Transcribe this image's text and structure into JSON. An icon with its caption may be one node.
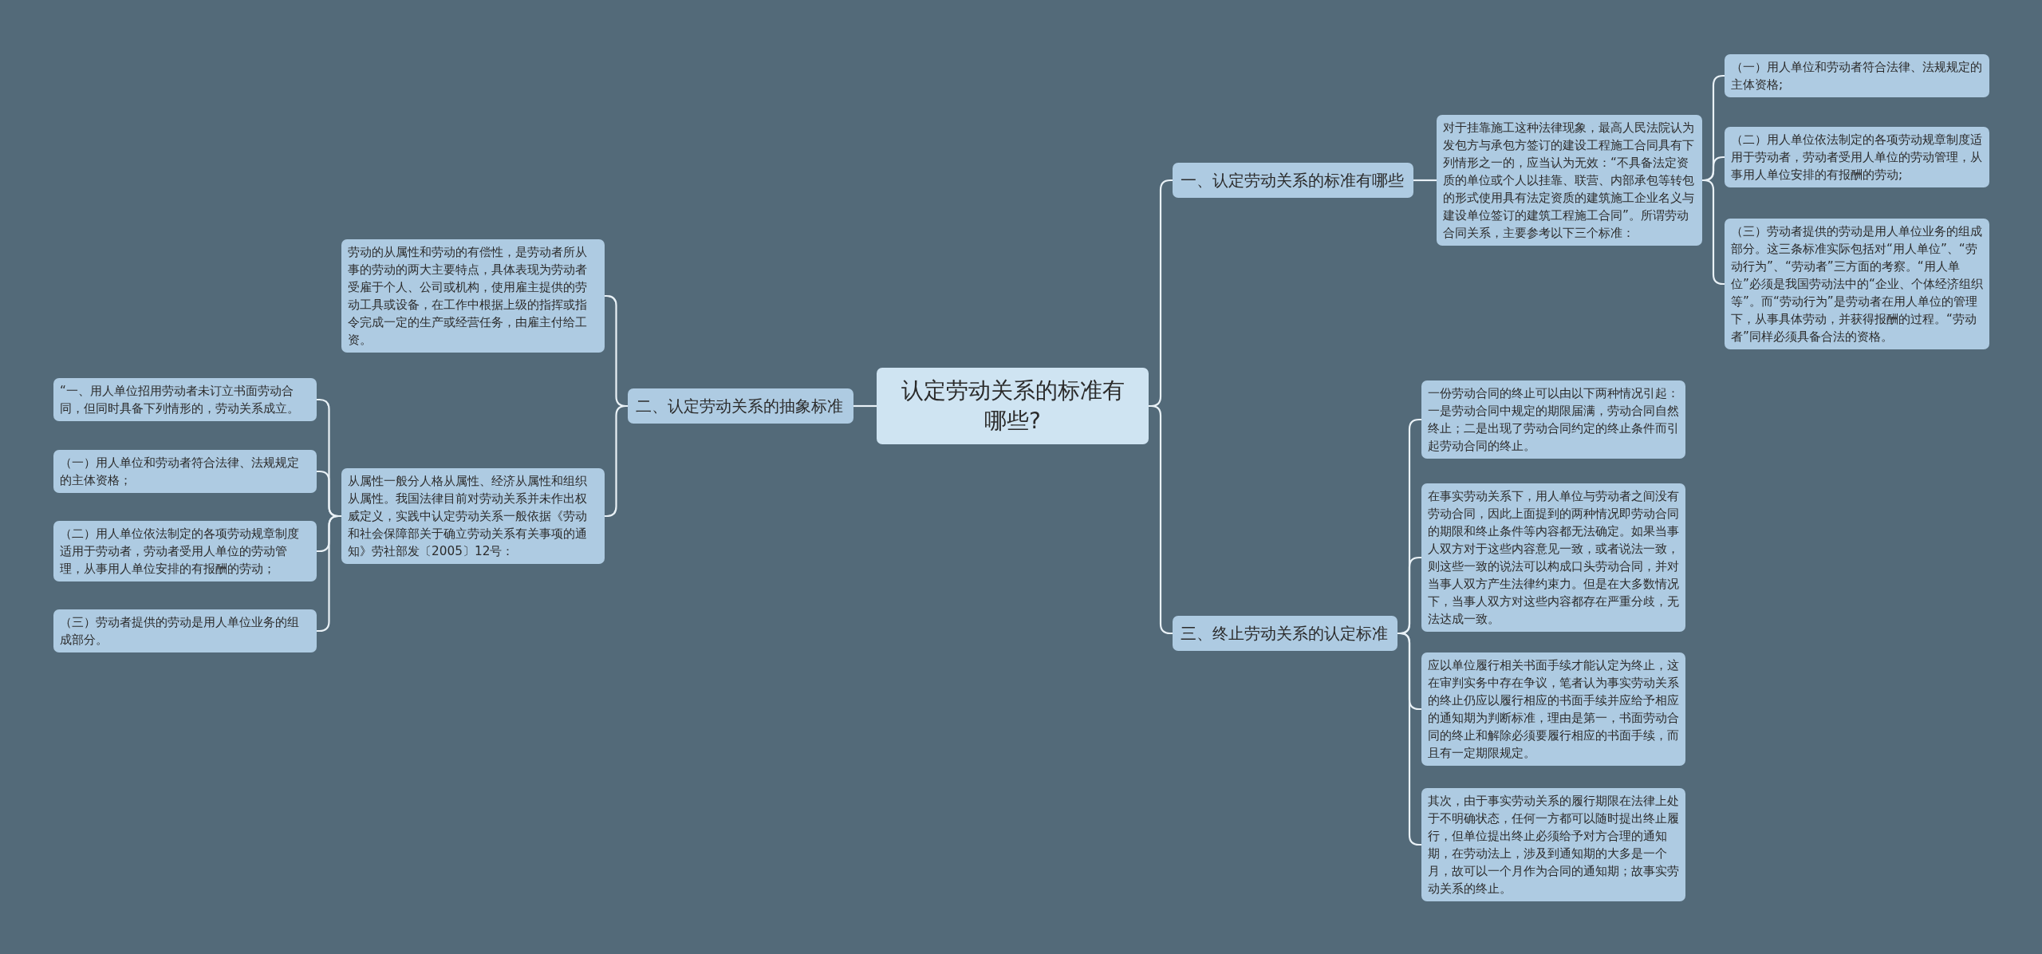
{
  "diagram": {
    "nodes": [
      {
        "text": [
          "认定劳动关系的标准有哪些?"
        ]
      },
      {
        "text": [
          "一、认定劳动关系的标准有哪些"
        ]
      },
      {
        "text": [
          "对于挂靠施工这种法律现象，最高人民法院认为发包方与承包方签订的建设工程施工合同具有下列情形之一的，应当认为无效：“不具备法定资质的单位或个人以挂靠、联营、内部承包等转包的形式使用具有法定资质的建筑施工企业名义与建设单位签订的建筑工程施工合同”。所谓劳动合同关系，主要参考以下三个标准："
        ]
      },
      {
        "text": [
          "（一）用人单位和劳动者符合法律、法规规定的主体资格;"
        ]
      },
      {
        "text": [
          "（二）用人单位依法制定的各项劳动规章制度适用于劳动者，劳动者受用人单位的劳动管理，从事用人单位安排的有报酬的劳动;"
        ]
      },
      {
        "text": [
          "（三）劳动者提供的劳动是用人单位业务的组成部分。这三条标准实际包括对“用人单位”、“劳动行为”、“劳动者”三方面的考察。“用人单位”必须是我国劳动法中的“企业、个体经济组织等”。而“劳动行为”是劳动者在用人单位的管理下，从事具体劳动，并获得报酬的过程。“劳动者”同样必须具备合法的资格。"
        ]
      },
      {
        "text": [
          "二、认定劳动关系的抽象标准"
        ]
      },
      {
        "text": [
          "劳动的从属性和劳动的有偿性，是劳动者所从事的劳动的两大主要特点，具体表现为劳动者受雇于个人、公司或机构，使用雇主提供的劳动工具或设备，在工作中根据上级的指挥或指令完成一定的生产或经营任务，由雇主付给工资。"
        ]
      },
      {
        "text": [
          "从属性一般分人格从属性、经济从属性和组织从属性。我国法律目前对劳动关系并未作出权威定义，实践中认定劳动关系一般依据《劳动和社会保障部关于确立劳动关系有关事项的通知》劳社部发〔2005〕12号："
        ]
      },
      {
        "text": [
          "“一、用人单位招用劳动者未订立书面劳动合同，但同时具备下列情形的，劳动关系成立。"
        ]
      },
      {
        "text": [
          "（一）用人单位和劳动者符合法律、法规规定的主体资格；"
        ]
      },
      {
        "text": [
          "（二）用人单位依法制定的各项劳动规章制度适用于劳动者，劳动者受用人单位的劳动管理，从事用人单位安排的有报酬的劳动；"
        ]
      },
      {
        "text": [
          "（三）劳动者提供的劳动是用人单位业务的组成部分。"
        ]
      },
      {
        "text": [
          "三、终止劳动关系的认定标准"
        ]
      },
      {
        "text": [
          "一份劳动合同的终止可以由以下两种情况引起：一是劳动合同中规定的期限届满，劳动合同自然终止；二是出现了劳动合同约定的终止条件而引起劳动合同的终止。"
        ]
      },
      {
        "text": [
          "在事实劳动关系下，用人单位与劳动者之间没有劳动合同，因此上面提到的两种情况即劳动合同的期限和终止条件等内容都无法确定。如果当事人双方对于这些内容意见一致，或者说法一致，则这些一致的说法可以构成口头劳动合同，并对当事人双方产生法律约束力。但是在大多数情况下，当事人双方对这些内容都存在严重分歧，无法达成一致。"
        ]
      },
      {
        "text": [
          "应以单位履行相关书面手续才能认定为终止，这在审判实务中存在争议，笔者认为事实劳动关系的终止仍应以履行相应的书面手续并应给予相应的通知期为判断标准，理由是第一，书面劳动合同的终止和解除必须要履行相应的书面手续，而且有一定期限规定。"
        ]
      },
      {
        "text": [
          "其次，由于事实劳动关系的履行期限在法律上处于不明确状态，任何一方都可以随时提出终止履行，但单位提出终止必须给予对方合理的通知期，在劳动法上，涉及到通知期的大多是一个月，故可以一个月作为合同的通知期；故事实劳动关系的终止。"
        ]
      }
    ],
    "edges": [
      {
        "from": 0,
        "to": 1,
        "arrow": "none"
      },
      {
        "from": 1,
        "to": 2,
        "arrow": "none"
      },
      {
        "from": 2,
        "to": 3,
        "arrow": "none"
      },
      {
        "from": 2,
        "to": 4,
        "arrow": "none"
      },
      {
        "from": 2,
        "to": 5,
        "arrow": "none"
      },
      {
        "from": 0,
        "to": 6,
        "arrow": "none"
      },
      {
        "from": 6,
        "to": 7,
        "arrow": "none"
      },
      {
        "from": 6,
        "to": 8,
        "arrow": "none"
      },
      {
        "from": 8,
        "to": 9,
        "arrow": "none"
      },
      {
        "from": 8,
        "to": 10,
        "arrow": "none"
      },
      {
        "from": 8,
        "to": 11,
        "arrow": "none"
      },
      {
        "from": 8,
        "to": 12,
        "arrow": "none"
      },
      {
        "from": 0,
        "to": 13,
        "arrow": "none"
      },
      {
        "from": 13,
        "to": 14,
        "arrow": "none"
      },
      {
        "from": 13,
        "to": 15,
        "arrow": "none"
      },
      {
        "from": 13,
        "to": 16,
        "arrow": "none"
      },
      {
        "from": 13,
        "to": 17,
        "arrow": "none"
      }
    ]
  }
}
